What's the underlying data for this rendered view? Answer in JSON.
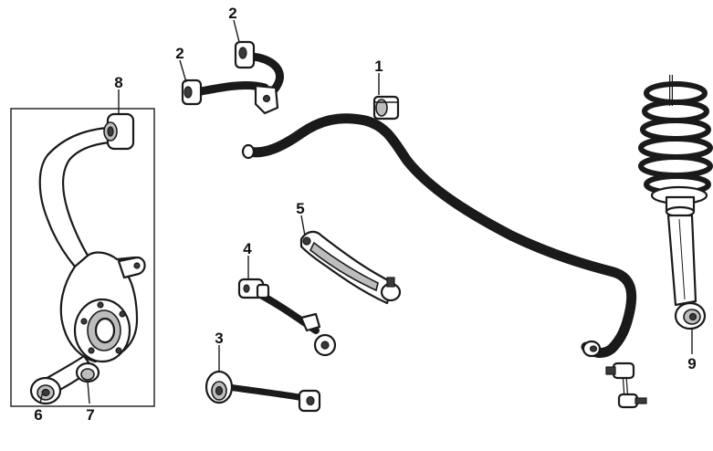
{
  "callouts": {
    "c1": "1",
    "c2a": "2",
    "c2b": "2",
    "c3": "3",
    "c4": "4",
    "c5": "5",
    "c6": "6",
    "c7": "7",
    "c8": "8",
    "c9": "9"
  },
  "colors": {
    "line": "#1a1a1a",
    "shade": "#bdbdbd",
    "background": "#ffffff"
  }
}
